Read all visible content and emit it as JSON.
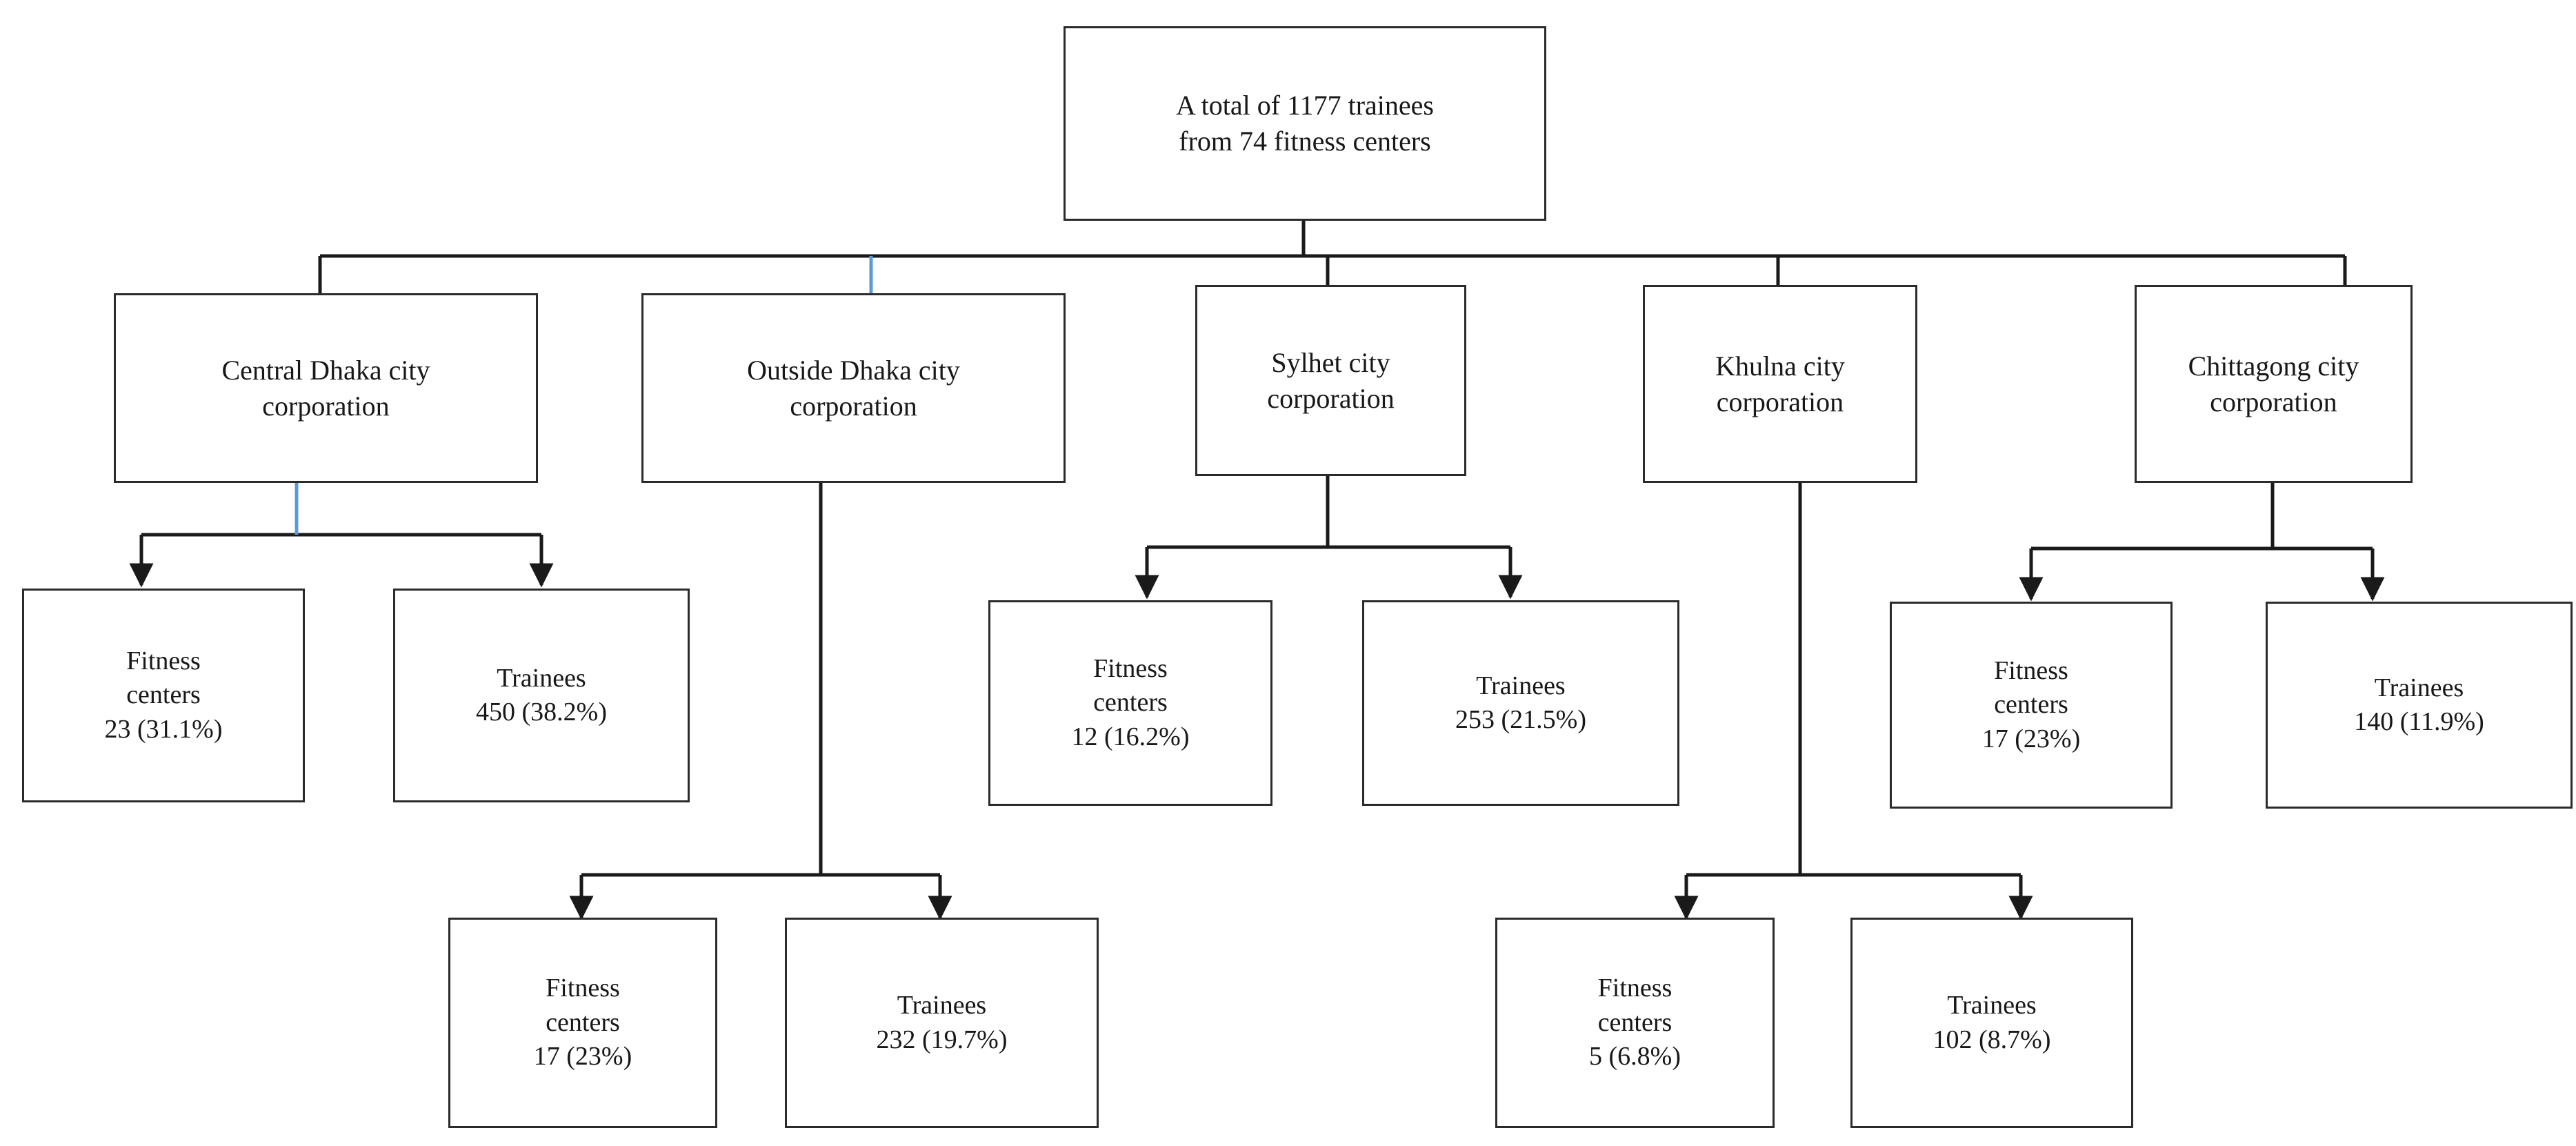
{
  "figure": {
    "type": "flowchart",
    "orientation": "top-down",
    "background_color": "#ffffff",
    "box_border_color": "#2b2b2b",
    "connector_color": "#1a1a1a",
    "accent_color": "#5b9bd5"
  },
  "root": {
    "label": "A total of 1177 trainees\nfrom 74 fitness  centers",
    "total_trainees": 1177,
    "total_fitness_centers": 74
  },
  "regions": [
    {
      "id": "central-dhaka",
      "label": "Central Dhaka city\ncorporation",
      "children": [
        {
          "id": "central-dhaka-centers",
          "kind": "fitness-centers",
          "label": "Fitness\ncenters\n23 (31.1%)",
          "count": 23,
          "percent": 31.1
        },
        {
          "id": "central-dhaka-trainees",
          "kind": "trainees",
          "label": "Trainees\n450 (38.2%)",
          "count": 450,
          "percent": 38.2
        }
      ]
    },
    {
      "id": "outside-dhaka",
      "label": "Outside  Dhaka city\ncorporation",
      "children": [
        {
          "id": "outside-dhaka-centers",
          "kind": "fitness-centers",
          "label": "Fitness\ncenters\n17 (23%)",
          "count": 17,
          "percent": 23
        },
        {
          "id": "outside-dhaka-trainees",
          "kind": "trainees",
          "label": "Trainees\n232 (19.7%)",
          "count": 232,
          "percent": 19.7
        }
      ]
    },
    {
      "id": "sylhet",
      "label": "Sylhet city\ncorporation",
      "children": [
        {
          "id": "sylhet-centers",
          "kind": "fitness-centers",
          "label": "Fitness\ncenters\n12 (16.2%)",
          "count": 12,
          "percent": 16.2
        },
        {
          "id": "sylhet-trainees",
          "kind": "trainees",
          "label": "Trainees\n253 (21.5%)",
          "count": 253,
          "percent": 21.5
        }
      ]
    },
    {
      "id": "khulna",
      "label": "Khulna  city\ncorporation",
      "children": [
        {
          "id": "khulna-centers",
          "kind": "fitness-centers",
          "label": "Fitness\ncenters\n5 (6.8%)",
          "count": 5,
          "percent": 6.8
        },
        {
          "id": "khulna-trainees",
          "kind": "trainees",
          "label": "Trainees\n102 (8.7%)",
          "count": 102,
          "percent": 8.7
        }
      ]
    },
    {
      "id": "chittagong",
      "label": "Chittagong city\ncorporation",
      "children": [
        {
          "id": "chittagong-centers",
          "kind": "fitness-centers",
          "label": "Fitness\ncenters\n17 (23%)",
          "count": 17,
          "percent": 23
        },
        {
          "id": "chittagong-trainees",
          "kind": "trainees",
          "label": "Trainees\n140 (11.9%)",
          "count": 140,
          "percent": 11.9
        }
      ]
    }
  ]
}
